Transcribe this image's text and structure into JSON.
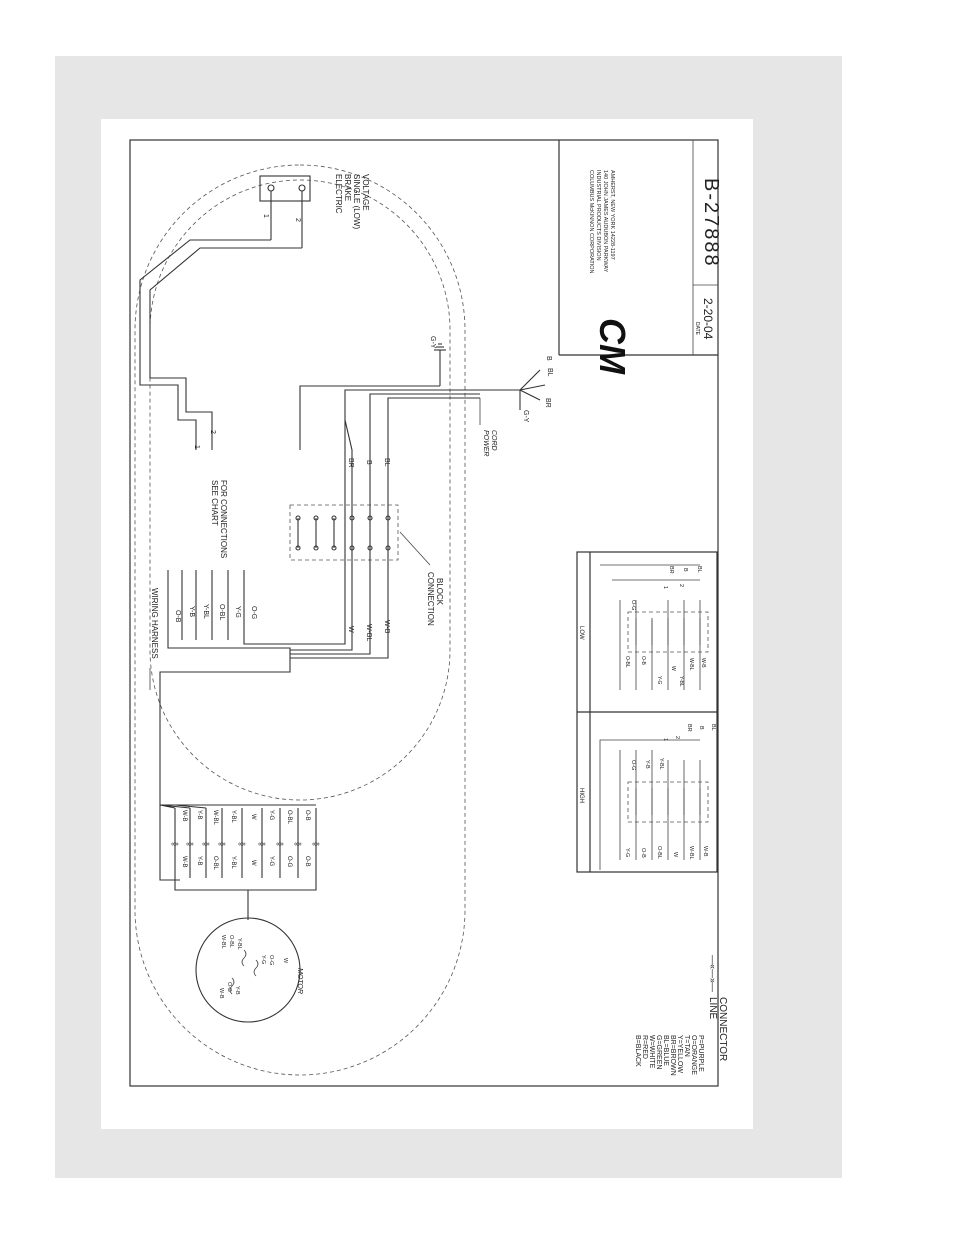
{
  "title_block": {
    "company": [
      "COLUMBUS McKINNON CORPORATION",
      "INDUSTRIAL PRODUCTS DIVISION",
      "140 JOHN JAMES AUDUBON PARKWAY",
      "AMHERST, NEW YORK  14228-1197"
    ],
    "logo": "CM",
    "date_label": "DATE",
    "date": "2-20-04",
    "drawing_number": "B-27888"
  },
  "brake": {
    "label": [
      "ELECTRIC",
      "BRAKE",
      "SINGLE (LOW)",
      "VOLTAGE"
    ],
    "terminals": [
      "1",
      "2"
    ]
  },
  "see_chart": {
    "label": [
      "SEE CHART",
      "FOR CONNECTIONS"
    ],
    "nums": [
      "1",
      "2"
    ]
  },
  "wiring_harness_label": "WIRING HARNESS",
  "harness_wires": [
    "O-B",
    "Y-B",
    "Y-BL",
    "O-BL",
    "Y-G",
    "O-G"
  ],
  "block_wires_left": [
    "W",
    "W-BL",
    "W-B"
  ],
  "block_wires_right": [
    "BR",
    "B",
    "BL"
  ],
  "connection_block_label": [
    "CONNECTION",
    "BLOCK"
  ],
  "power_cord": {
    "label": [
      "POWER",
      "CORD"
    ],
    "ground": "G-Y",
    "ends": [
      "B",
      "BL",
      "BR"
    ],
    "gy": "G-Y"
  },
  "connectors": {
    "left": [
      "W-B",
      "Y-B",
      "O-BL",
      "Y-BL",
      "W",
      "Y-G",
      "O-G",
      "O-B"
    ],
    "right": [
      "W-B",
      "Y-B",
      "W-BL",
      "Y-BL",
      "W",
      "Y-G",
      "O-BL",
      "O-B"
    ]
  },
  "motor": {
    "label": "MOTOR",
    "leads": [
      "W-BL",
      "O-BL",
      "Y-BL",
      "Y-G",
      "O-G",
      "W",
      "O-B",
      "W-B",
      "Y-B"
    ]
  },
  "legend": {
    "items": [
      "B=BLACK",
      "R=RED",
      "W=WHITE",
      "G=GREEN",
      "BL=BLUE",
      "BR=BROWN",
      "Y=YELLOW",
      "T=TAN",
      "O=ORANGE",
      "P=PURPLE"
    ]
  },
  "line_connector_label": [
    "LINE",
    "CONNECTOR"
  ],
  "chart": {
    "high_label": "HIGH",
    "low_label": "LOW",
    "high_left": [
      "Y-G",
      "O-B",
      "O-BL",
      "W",
      "W-BL",
      "W-B"
    ],
    "high_top": [
      "O-G",
      "Y-B",
      "Y-BL"
    ],
    "high_right": [
      "BR",
      "B",
      "BL"
    ],
    "high_nums": [
      "1",
      "2"
    ],
    "low_left": [
      "O-BL",
      "O-B",
      "Y-G",
      "W",
      "Y-BL",
      "W-BL",
      "W-B"
    ],
    "low_top": [
      "O-G"
    ],
    "low_right": [
      "BR",
      "B",
      "BL"
    ],
    "low_nums": [
      "1",
      "2"
    ]
  }
}
